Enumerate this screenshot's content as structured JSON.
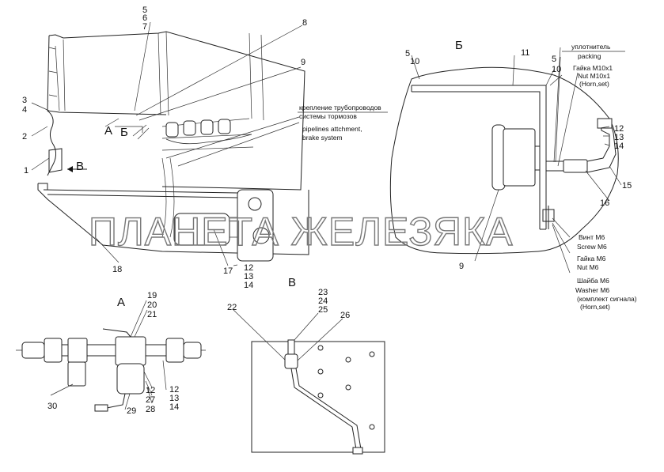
{
  "views": {
    "main": {
      "refs": [
        "1",
        "2",
        "3",
        "4",
        "5",
        "6",
        "7",
        "8",
        "9",
        "17",
        "18"
      ],
      "refs_17": [
        "12",
        "13",
        "14"
      ],
      "section_marks": [
        "А",
        "Б",
        "В"
      ],
      "pipeline_note_ru_1": "крепление трубопроводов",
      "pipeline_note_ru_2": "системы тормозов",
      "pipeline_note_en_1": "pipelines attchment,",
      "pipeline_note_en_2": "brake system"
    },
    "view_b_cyr": {
      "title": "Б",
      "refs": [
        "5",
        "10",
        "11",
        "5",
        "10",
        "9",
        "12",
        "13",
        "14",
        "15",
        "16"
      ],
      "seal_ru": "уплотнитель",
      "seal_en": "packing",
      "nut_ru": "Гайка М10х1",
      "nut_en": "Nut M10x1",
      "nut_set": "(Horn,set)",
      "screw_ru": "Винт М6",
      "screw_en": "Screw M6",
      "nut6_ru": "Гайка М6",
      "nut6_en": "Nut M6",
      "washer_ru": "Шайба М6",
      "washer_en": "Washer M6",
      "washer_note_ru": "(комплект сигнала)",
      "washer_set": "(Horn,set)"
    },
    "view_a": {
      "title": "А",
      "refs": [
        "19",
        "20",
        "21",
        "30",
        "29",
        "12",
        "27",
        "28",
        "12",
        "13",
        "14"
      ]
    },
    "view_v": {
      "title": "В",
      "refs": [
        "22",
        "23",
        "24",
        "25",
        "26"
      ]
    }
  },
  "watermark": "ПЛАНЕТА ЖЕЛЕЗЯКА"
}
